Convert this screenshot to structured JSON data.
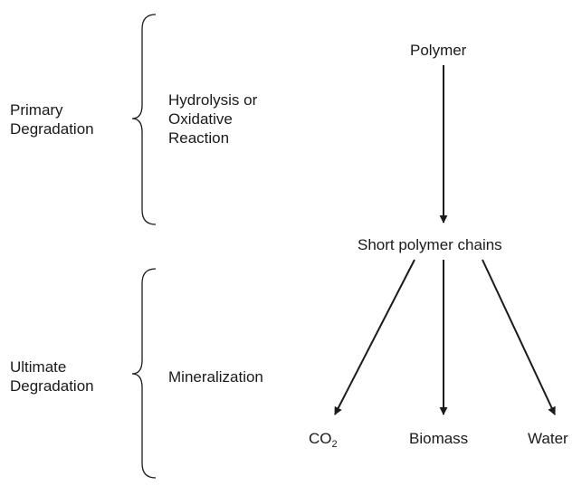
{
  "stages": {
    "primary": {
      "label_line1": "Primary",
      "label_line2": "Degradation",
      "process_line1": "Hydrolysis or",
      "process_line2": "Oxidative",
      "process_line3": "Reaction"
    },
    "ultimate": {
      "label_line1": "Ultimate",
      "label_line2": "Degradation",
      "process": "Mineralization"
    }
  },
  "flow": {
    "start": "Polymer",
    "intermediate": "Short polymer chains",
    "products": {
      "co2_main": "CO",
      "co2_sub": "2",
      "biomass": "Biomass",
      "water": "Water"
    }
  },
  "colors": {
    "ink": "#1a1a1a",
    "background": "#ffffff"
  }
}
